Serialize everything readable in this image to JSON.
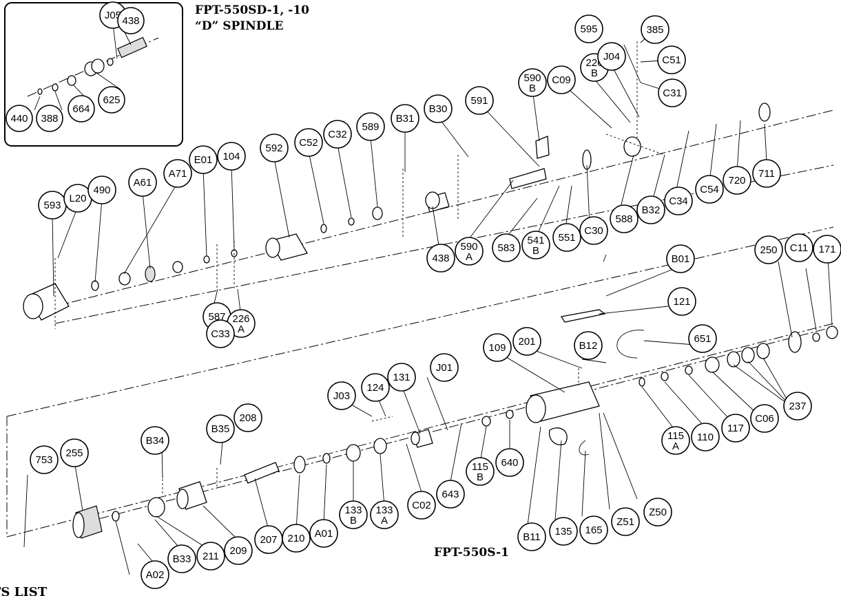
{
  "inset": {
    "title_line1": "FPT-550SD-1, -10",
    "title_line2": "“D” SPINDLE",
    "callouts": [
      {
        "id": "J05"
      },
      {
        "id": "438"
      },
      {
        "id": "440"
      },
      {
        "id": "388"
      },
      {
        "id": "664"
      },
      {
        "id": "625"
      }
    ]
  },
  "top_assembly": {
    "callouts": [
      {
        "id": "593"
      },
      {
        "id": "L20"
      },
      {
        "id": "490"
      },
      {
        "id": "A61"
      },
      {
        "id": "A71"
      },
      {
        "id": "E01"
      },
      {
        "id": "104"
      },
      {
        "id": "592"
      },
      {
        "id": "C52"
      },
      {
        "id": "C32"
      },
      {
        "id": "589"
      },
      {
        "id": "B31"
      },
      {
        "id": "B30"
      },
      {
        "id": "591"
      },
      {
        "id": "590",
        "sub": "B"
      },
      {
        "id": "C09"
      },
      {
        "id": "226",
        "sub": "B"
      },
      {
        "id": "J04"
      },
      {
        "id": "595"
      },
      {
        "id": "385"
      },
      {
        "id": "C51"
      },
      {
        "id": "C31"
      },
      {
        "id": "711"
      },
      {
        "id": "720"
      },
      {
        "id": "C54"
      },
      {
        "id": "C34"
      },
      {
        "id": "B32"
      },
      {
        "id": "588"
      },
      {
        "id": "C30"
      },
      {
        "id": "551"
      },
      {
        "id": "541",
        "sub": "B"
      },
      {
        "id": "583"
      },
      {
        "id": "590",
        "sub": "A"
      },
      {
        "id": "438"
      },
      {
        "id": "587"
      },
      {
        "id": "226",
        "sub": "A"
      },
      {
        "id": "C33"
      }
    ]
  },
  "bottom_assembly": {
    "label": "FPT-550S-1",
    "callouts": [
      {
        "id": "B01"
      },
      {
        "id": "121"
      },
      {
        "id": "651"
      },
      {
        "id": "250"
      },
      {
        "id": "C11"
      },
      {
        "id": "171"
      },
      {
        "id": "B12"
      },
      {
        "id": "109"
      },
      {
        "id": "201"
      },
      {
        "id": "J01"
      },
      {
        "id": "131"
      },
      {
        "id": "124"
      },
      {
        "id": "J03"
      },
      {
        "id": "208"
      },
      {
        "id": "B35"
      },
      {
        "id": "B34"
      },
      {
        "id": "753"
      },
      {
        "id": "255"
      },
      {
        "id": "237"
      },
      {
        "id": "C06"
      },
      {
        "id": "117"
      },
      {
        "id": "110"
      },
      {
        "id": "115",
        "sub": "A"
      },
      {
        "id": "Z50"
      },
      {
        "id": "Z51"
      },
      {
        "id": "165"
      },
      {
        "id": "135"
      },
      {
        "id": "B11"
      },
      {
        "id": "640"
      },
      {
        "id": "115",
        "sub": "B"
      },
      {
        "id": "643"
      },
      {
        "id": "C02"
      },
      {
        "id": "133",
        "sub": "A"
      },
      {
        "id": "133",
        "sub": "B"
      },
      {
        "id": "A01"
      },
      {
        "id": "210"
      },
      {
        "id": "207"
      },
      {
        "id": "209"
      },
      {
        "id": "211"
      },
      {
        "id": "B33"
      },
      {
        "id": "A02"
      }
    ]
  },
  "cutoff_text": "TS LIST"
}
